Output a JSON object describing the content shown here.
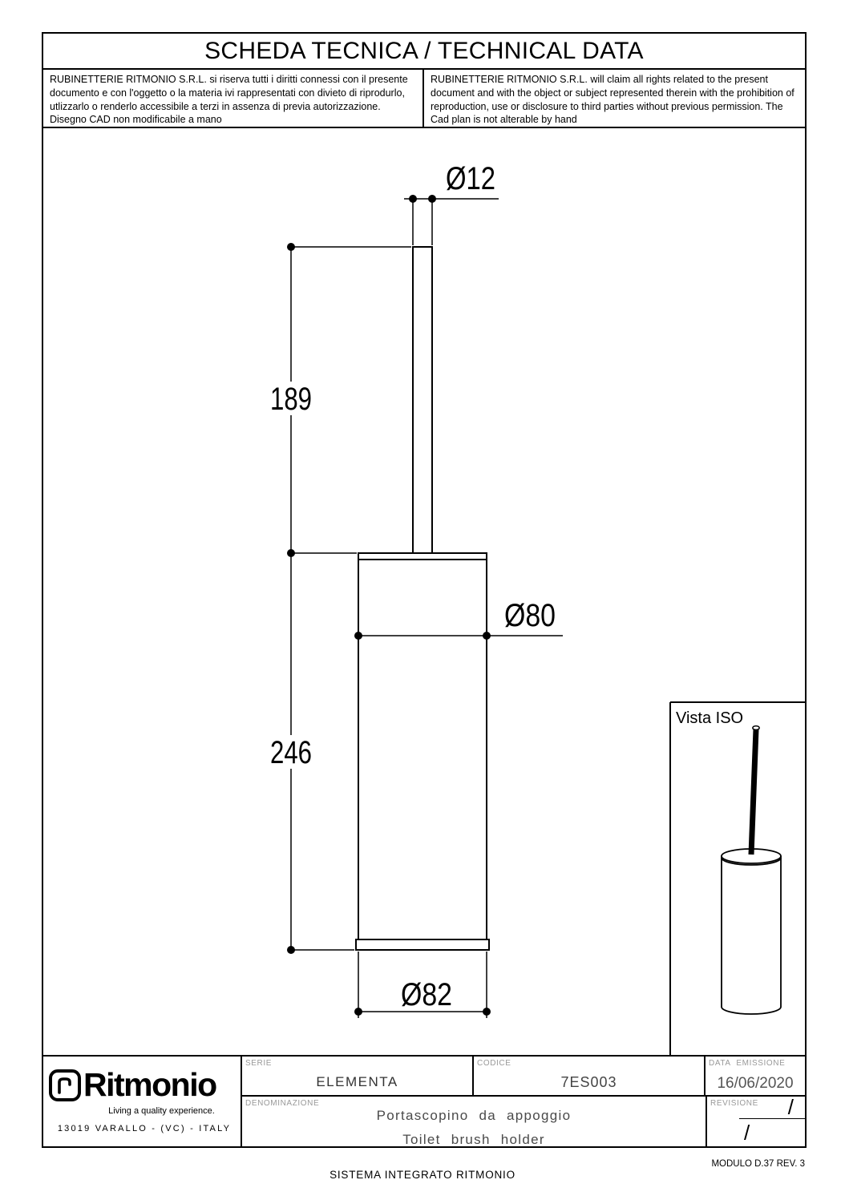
{
  "header": {
    "title": "SCHEDA TECNICA / TECHNICAL DATA",
    "disclaimer_it": "RUBINETTERIE RITMONIO S.R.L. si riserva tutti i diritti connessi con il presente documento e con l'oggetto o la materia ivi rappresentati con divieto di riprodurlo, utlizzarlo o renderlo accessibile a terzi in assenza di previa autorizzazione. Disegno CAD non modificabile a mano",
    "disclaimer_en": "RUBINETTERIE RITMONIO S.R.L. will claim all rights related to the present document and with the object or subject represented therein with the prohibition  of reproduction, use or disclosure to third parties without previous permission.  The Cad plan is not alterable by hand"
  },
  "drawing": {
    "dim_handle_diameter": "Ø12",
    "dim_handle_height": "189",
    "dim_body_diameter": "Ø80",
    "dim_body_height": "246",
    "dim_base_diameter": "Ø82",
    "iso_view_label": "Vista ISO"
  },
  "title_block": {
    "serie_label": "SERIE",
    "serie_value": "ELEMENTA",
    "codice_label": "CODICE",
    "codice_value": "7ES003",
    "data_emissione_label": "DATA EMISSIONE",
    "data_emissione_value": "16/06/2020",
    "denominazione_label": "DENOMINAZIONE",
    "denominazione_it": "Portascopino da appoggio",
    "denominazione_en": "Toilet brush holder",
    "revisione_label": "REVISIONE",
    "revisione_slash_top": "/",
    "revisione_slash_bottom": "/"
  },
  "logo": {
    "brand": "Ritmonio",
    "tagline": "Living a quality experience.",
    "address": "13019 VARALLO - (VC) - ITALY"
  },
  "footer": {
    "center": "SISTEMA INTEGRATO RITMONIO",
    "right": "MODULO D.37 REV. 3"
  }
}
